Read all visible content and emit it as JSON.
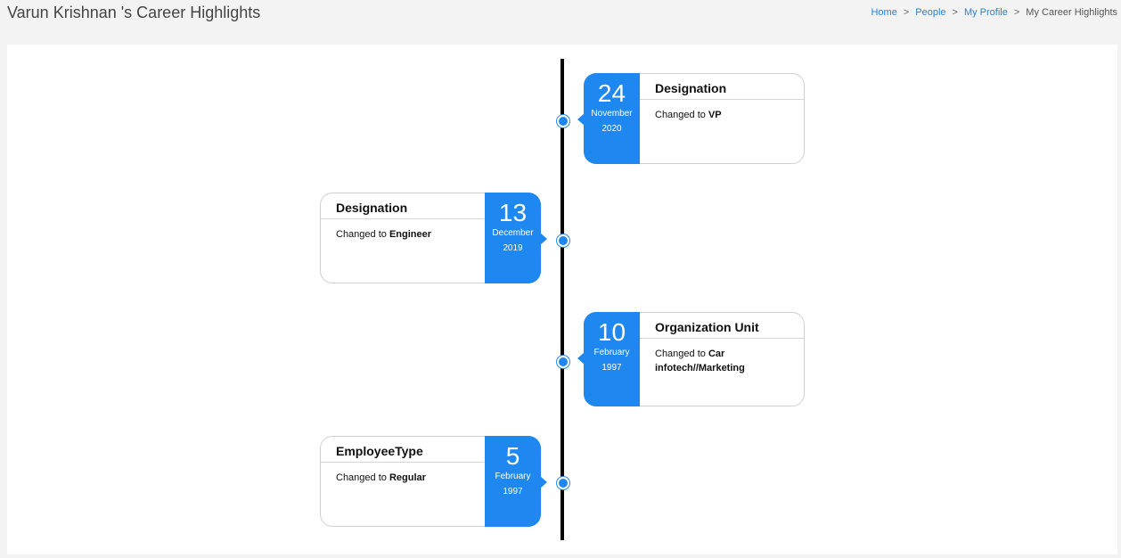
{
  "page": {
    "title": "Varun Krishnan 's Career Highlights"
  },
  "breadcrumb": {
    "items": [
      "Home",
      "People",
      "My Profile"
    ],
    "current": "My Career Highlights",
    "separator": ">"
  },
  "colors": {
    "accent": "#1e88f0",
    "timeline_line": "#000000",
    "link": "#2a7fd4"
  },
  "timeline": [
    {
      "side": "right",
      "day": "24",
      "month": "November",
      "year": "2020",
      "title": "Designation",
      "prefix": "Changed to",
      "value": "VP"
    },
    {
      "side": "left",
      "day": "13",
      "month": "December",
      "year": "2019",
      "title": "Designation",
      "prefix": "Changed to",
      "value": "Engineer"
    },
    {
      "side": "right",
      "day": "10",
      "month": "February",
      "year": "1997",
      "title": "Organization Unit",
      "prefix": "Changed to",
      "value": "Car infotech//Marketing"
    },
    {
      "side": "left",
      "day": "5",
      "month": "February",
      "year": "1997",
      "title": "EmployeeType",
      "prefix": "Changed to",
      "value": "Regular"
    }
  ]
}
